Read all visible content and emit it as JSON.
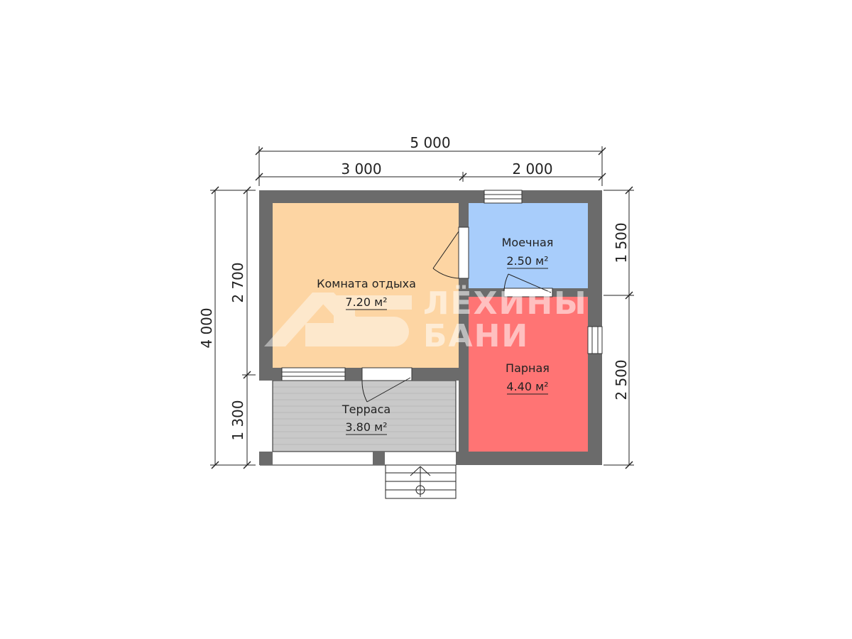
{
  "dimensions": {
    "overall_width": "5 000",
    "left_width": "3 000",
    "right_width": "2 000",
    "overall_height": "4 000",
    "upper_left_height": "2 700",
    "lower_left_height": "1 300",
    "upper_right_height": "1 500",
    "lower_right_height": "2 500"
  },
  "rooms": {
    "rest_room": {
      "name": "Комната отдыха",
      "area": "7.20 м²",
      "color": "#fdd5a3"
    },
    "washroom": {
      "name": "Моечная",
      "area": "2.50 м²",
      "color": "#a8cdfb"
    },
    "steam_room": {
      "name": "Парная",
      "area": "4.40 м²",
      "color": "#ff7474"
    },
    "terrace": {
      "name": "Терраса",
      "area": "3.80 м²",
      "color": "#c9c9c9"
    }
  },
  "watermark": {
    "line1": "ЛЁХИНЫ",
    "line2": "БАНИ"
  },
  "colors": {
    "wall": "#6b6b6b"
  }
}
